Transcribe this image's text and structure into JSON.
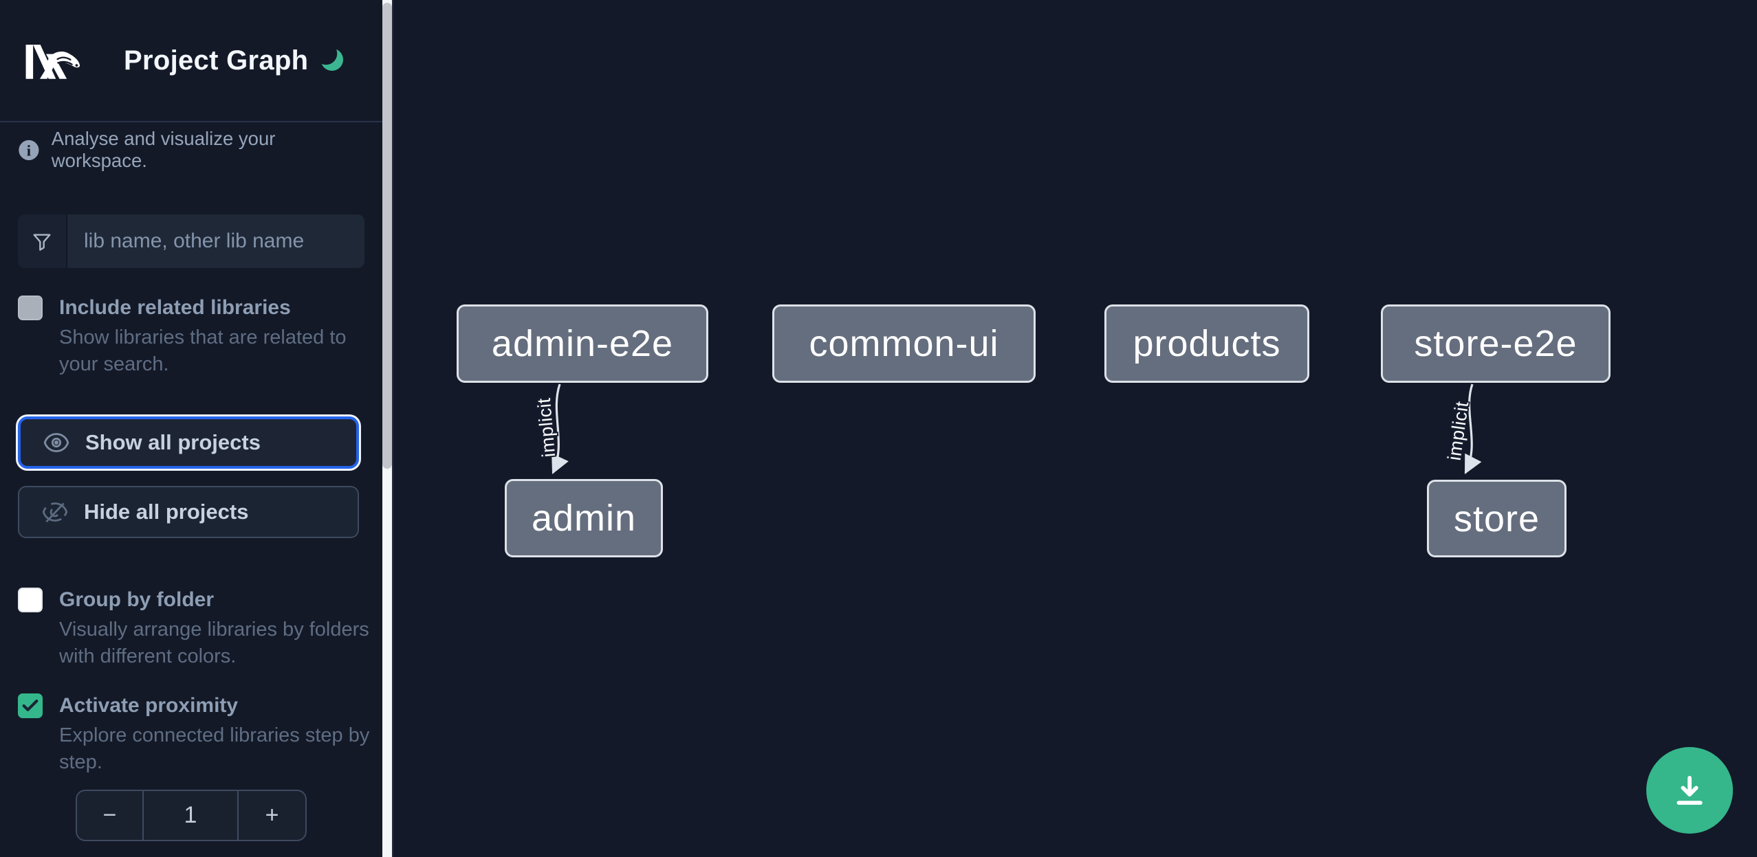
{
  "header": {
    "title": "Project Graph"
  },
  "sidebar": {
    "tagline": "Analyse and visualize your workspace.",
    "filter_placeholder": "lib name, other lib name",
    "toggles": [
      {
        "id": "include-related",
        "label": "Include related libraries",
        "description": "Show libraries that are related to your search.",
        "checked": false,
        "disabled": true
      },
      {
        "id": "group-by-folder",
        "label": "Group by folder",
        "description": "Visually arrange libraries by folders with different colors.",
        "checked": false
      },
      {
        "id": "activate-proximity",
        "label": "Activate proximity",
        "description": "Explore connected libraries step by step.",
        "checked": true
      }
    ],
    "show_all_label": "Show all projects",
    "hide_all_label": "Hide all projects",
    "stepper": {
      "decrement": "−",
      "value": "1",
      "increment": "+"
    }
  },
  "graph": {
    "nodes": [
      {
        "id": "admin-e2e",
        "label": "admin-e2e"
      },
      {
        "id": "common-ui",
        "label": "common-ui"
      },
      {
        "id": "products",
        "label": "products"
      },
      {
        "id": "store-e2e",
        "label": "store-e2e"
      },
      {
        "id": "admin",
        "label": "admin"
      },
      {
        "id": "store",
        "label": "store"
      }
    ],
    "edges": [
      {
        "source": "admin-e2e",
        "target": "admin",
        "label": "implicit",
        "type": "implicit"
      },
      {
        "source": "store-e2e",
        "target": "store",
        "label": "implicit",
        "type": "implicit"
      }
    ]
  },
  "colors": {
    "accent_green": "#35b78c",
    "focus_blue": "#2563eb",
    "node_fill": "#656e7e",
    "node_border": "#dde2e9",
    "edge": "#dde3ea",
    "background": "#131927"
  }
}
